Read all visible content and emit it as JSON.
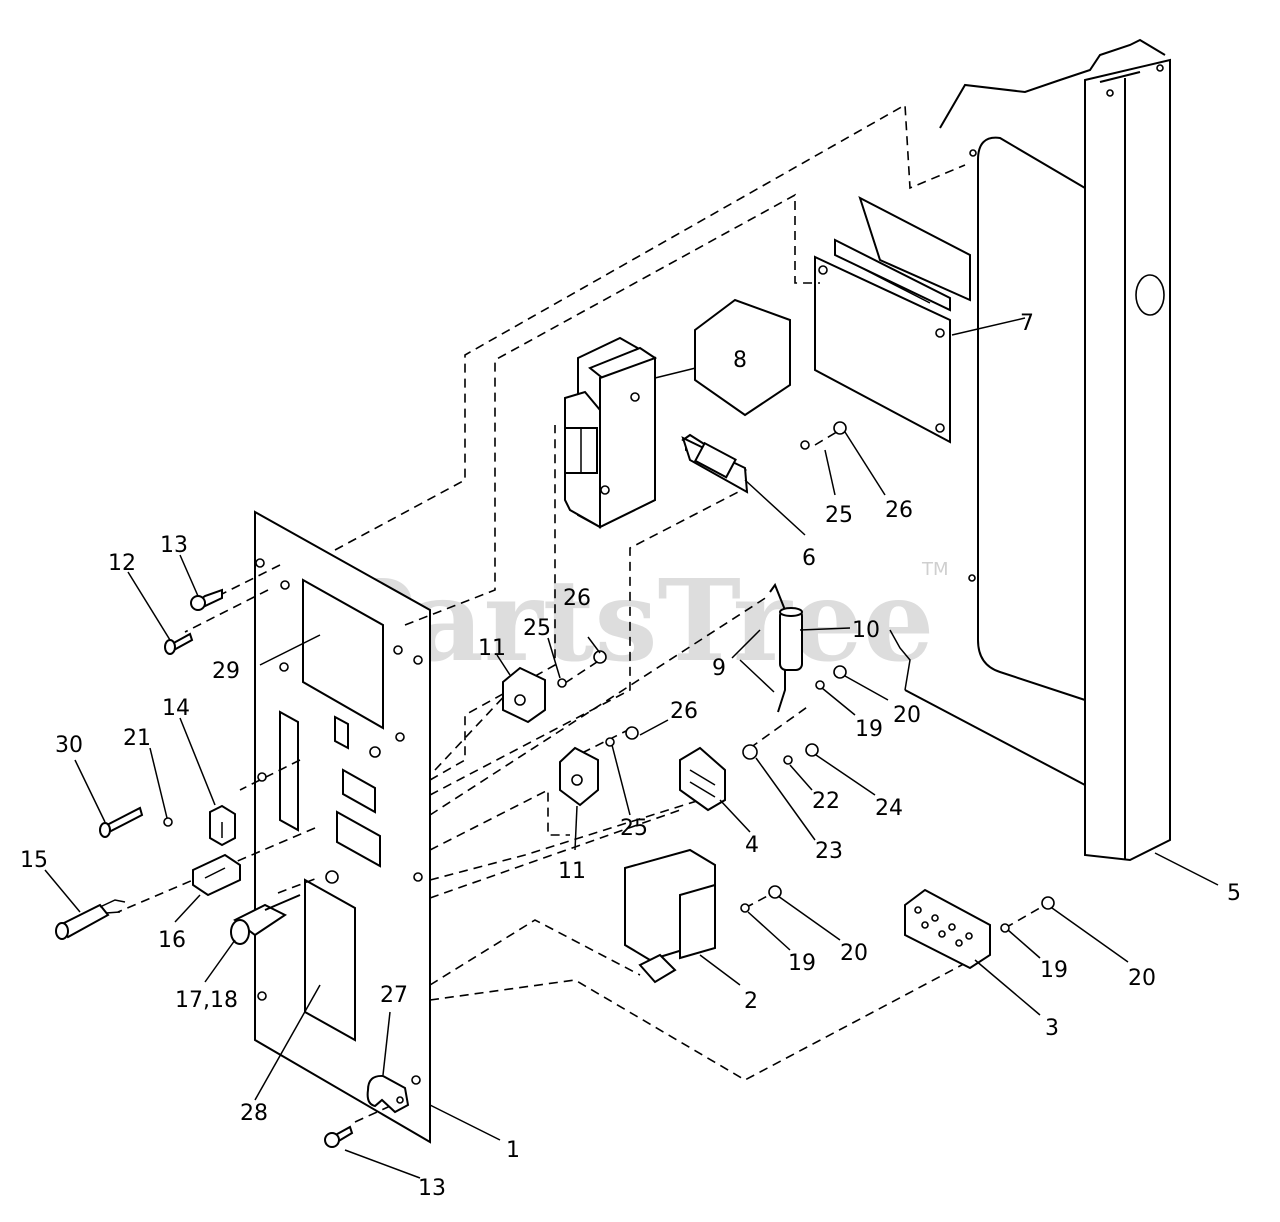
{
  "watermark": {
    "text": "PartsTree",
    "trademark": "TM"
  },
  "callouts": {
    "c1": "1",
    "c2": "2",
    "c3": "3",
    "c4": "4",
    "c5": "5",
    "c6": "6",
    "c7": "7",
    "c8": "8",
    "c9": "9",
    "c10": "10",
    "c11a": "11",
    "c11b": "11",
    "c12": "12",
    "c13a": "13",
    "c13b": "13",
    "c14": "14",
    "c15": "15",
    "c16": "16",
    "c17_18": "17,18",
    "c19a": "19",
    "c19b": "19",
    "c19c": "19",
    "c20a": "20",
    "c20b": "20",
    "c20c": "20",
    "c21": "21",
    "c22": "22",
    "c23": "23",
    "c24": "24",
    "c25a": "25",
    "c25b": "25",
    "c25c": "25",
    "c26a": "26",
    "c26b": "26",
    "c26c": "26",
    "c27": "27",
    "c28": "28",
    "c29": "29",
    "c30": "30"
  }
}
